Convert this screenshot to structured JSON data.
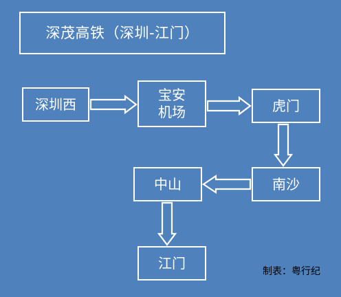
{
  "title": "深茂高铁（深圳-江门）",
  "stations": {
    "shenzhen_west": "深圳西",
    "baoan_airport_line1": "宝安",
    "baoan_airport_line2": "机场",
    "humen": "虎门",
    "nansha": "南沙",
    "zhongshan": "中山",
    "jiangmen": "江门"
  },
  "credit": "制表：粤行纪",
  "colors": {
    "background": "#4f81bd",
    "box_border": "#ffffff",
    "box_text": "#ffffff",
    "credit_text": "#000000"
  }
}
